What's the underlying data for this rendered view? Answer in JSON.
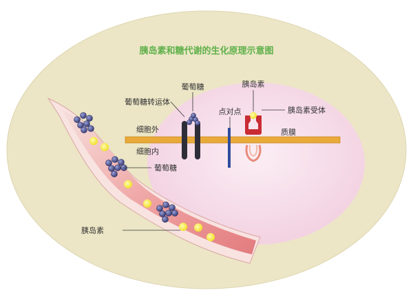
{
  "diagram": {
    "title": "胰岛素和糖代谢的生化原理示意图",
    "labels": {
      "glucose_top": "葡萄糖",
      "glucose_transporter": "葡萄糖转运体",
      "insulin_top": "胰岛素",
      "binding_point": "点对点",
      "insulin_receptor": "胰岛素受体",
      "extracellular": "细胞外",
      "intracellular": "细胞内",
      "plasma_membrane": "质膜",
      "glucose_vessel": "葡萄糖",
      "insulin_vessel": "胰岛素"
    },
    "colors": {
      "outer_oval": "#ece6c7",
      "cell_interior": "#f2d4e2",
      "membrane": "#e8a93a",
      "vessel_wall": "#f5d2cf",
      "vessel_inner": "#e88f90",
      "glucose": "#4a4f8a",
      "insulin": "#f3e83a",
      "receptor": "#c92c34",
      "transporter": "#2e2e38",
      "marker": "#2f4c9b"
    }
  }
}
